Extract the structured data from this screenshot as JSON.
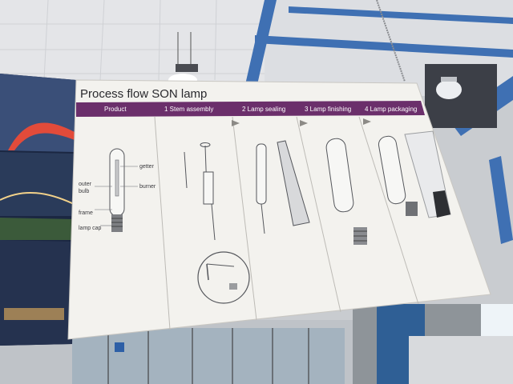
{
  "sign": {
    "title": "Process flow SON lamp",
    "header_color": "#6b2f6b",
    "columns": [
      {
        "label": "Product"
      },
      {
        "label": "1 Stem assembly"
      },
      {
        "label": "2 Lamp sealing"
      },
      {
        "label": "3 Lamp finishing"
      },
      {
        "label": "4 Lamp packaging"
      }
    ],
    "part_labels": {
      "getter": "getter",
      "outer_bulb_line1": "outer",
      "outer_bulb_line2": "bulb",
      "burner": "burner",
      "frame": "frame",
      "lamp_cap": "lamp cap"
    }
  },
  "environment": {
    "ceiling_color": "#e6e7e9",
    "steel_beam_color": "#3e6fb0",
    "photo_panel": "highway-at-night-photos",
    "room": "factory-exhibition-hall"
  }
}
